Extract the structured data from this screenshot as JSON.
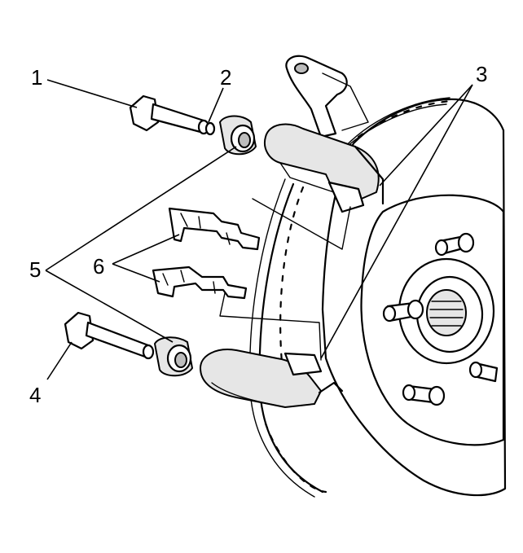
{
  "diagram": {
    "callouts": [
      {
        "id": "1",
        "text": "1"
      },
      {
        "id": "2",
        "text": "2"
      },
      {
        "id": "3",
        "text": "3"
      },
      {
        "id": "4",
        "text": "4"
      },
      {
        "id": "5",
        "text": "5"
      },
      {
        "id": "6",
        "text": "6"
      }
    ],
    "colors": {
      "line": "#000000",
      "fill": "#ffffff",
      "shade": "#e6e6e6",
      "dark": "#bdbdbd"
    }
  }
}
